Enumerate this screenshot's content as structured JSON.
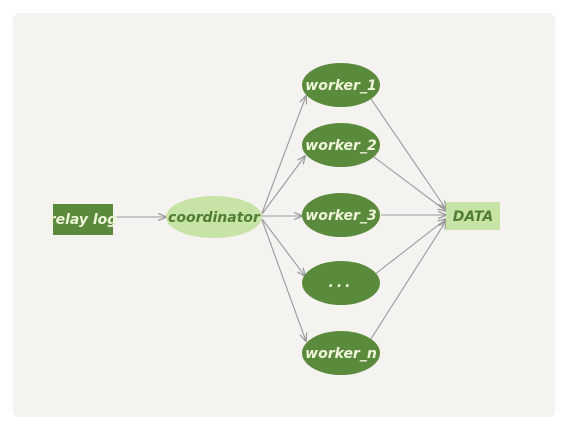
{
  "diagram": {
    "source": {
      "label": "relay log"
    },
    "coordinator": {
      "label": "coordinator"
    },
    "workers": [
      {
        "label": "worker_1"
      },
      {
        "label": "worker_2"
      },
      {
        "label": "worker_3"
      },
      {
        "label": "..."
      },
      {
        "label": "worker_n"
      }
    ],
    "target": {
      "label": "DATA"
    },
    "colors": {
      "background": "#f4f3ef",
      "dark_green": "#5a8a3c",
      "light_green": "#c8e3a6",
      "dark_text": "#eef5d8",
      "light_text": "#4f7d33",
      "edge": "#9a9a9a"
    }
  }
}
